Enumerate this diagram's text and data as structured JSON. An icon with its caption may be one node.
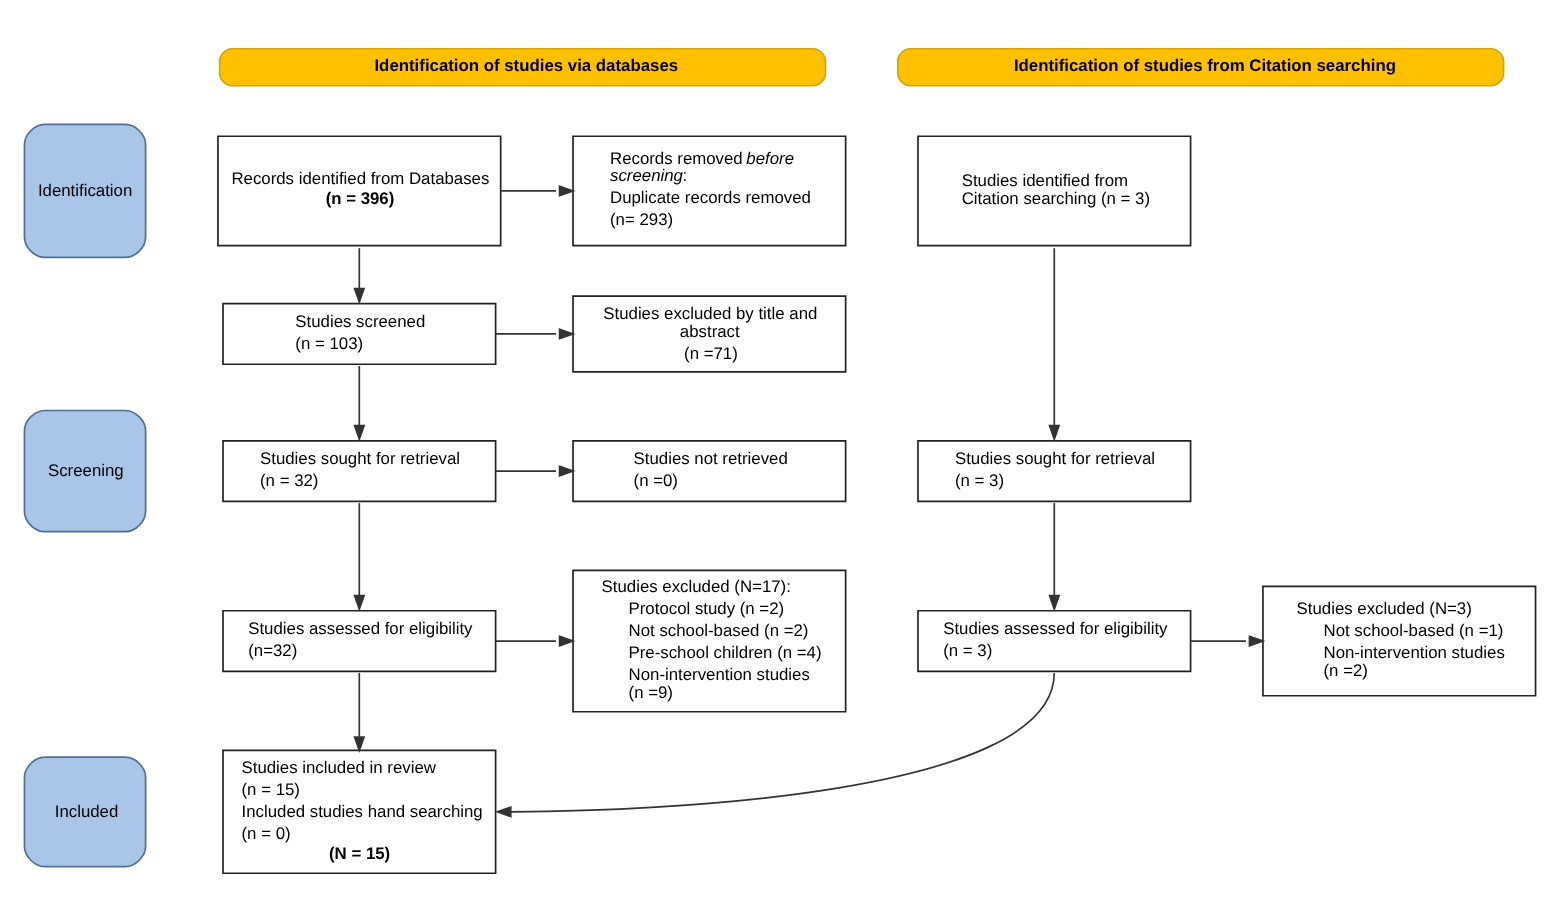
{
  "diagram": {
    "nodes": [
      {
        "text": [
          "Identification of studies via databases"
        ]
      },
      {
        "text": [
          "Identification of studies from Citation searching"
        ]
      },
      {
        "text": [
          "Identification"
        ]
      },
      {
        "text": [
          "Records identified from Databases",
          "(n = 396)"
        ]
      },
      {
        "text": [
          "Records removed *before screening*:",
          "Duplicate records removed",
          "(n= 293)"
        ]
      },
      {
        "text": [
          "Studies identified from Citation searching (n = 3)"
        ]
      },
      {
        "text": [
          "Screening"
        ]
      },
      {
        "text": [
          "Studies screened",
          "(n = 103)"
        ]
      },
      {
        "text": [
          "Studies excluded by title and abstract",
          "(n =71)"
        ]
      },
      {
        "text": [
          "Studies sought for retrieval",
          "(n = 32)"
        ]
      },
      {
        "text": [
          "Studies not retrieved",
          "(n =0)"
        ]
      },
      {
        "text": [
          "Studies sought for retrieval",
          "(n = 3)"
        ]
      },
      {
        "text": [
          "Studies assessed for eligibility",
          "(n=32)"
        ]
      },
      {
        "text": [
          "Studies excluded (N=17):",
          "Protocol study (n =2)",
          "Not school-based (n =2)",
          "Pre-school children (n =4)",
          "Non-intervention studies (n =9)"
        ]
      },
      {
        "text": [
          "Studies assessed for eligibility",
          "(n = 3)"
        ]
      },
      {
        "text": [
          "Studies excluded (N=3)",
          "Not school-based (n =1)",
          "Non-intervention studies (n =2)"
        ]
      },
      {
        "text": [
          "Included"
        ]
      },
      {
        "text": [
          "Studies included in review",
          "(n = 15)",
          "Included studies hand searching",
          "(n = 0)",
          "(N = 15)"
        ]
      }
    ],
    "edges": [
      {
        "from": 3,
        "to": 4,
        "arrow": "to"
      },
      {
        "from": 3,
        "to": 7,
        "arrow": "to"
      },
      {
        "from": 5,
        "to": 11,
        "arrow": "to"
      },
      {
        "from": 7,
        "to": 8,
        "arrow": "to"
      },
      {
        "from": 7,
        "to": 9,
        "arrow": "to"
      },
      {
        "from": 9,
        "to": 10,
        "arrow": "to"
      },
      {
        "from": 9,
        "to": 12,
        "arrow": "to"
      },
      {
        "from": 11,
        "to": 14,
        "arrow": "to"
      },
      {
        "from": 12,
        "to": 13,
        "arrow": "to"
      },
      {
        "from": 12,
        "to": 17,
        "arrow": "to"
      },
      {
        "from": 14,
        "to": 15,
        "arrow": "to"
      },
      {
        "from": 14,
        "to": 17,
        "arrow": "to"
      }
    ]
  }
}
